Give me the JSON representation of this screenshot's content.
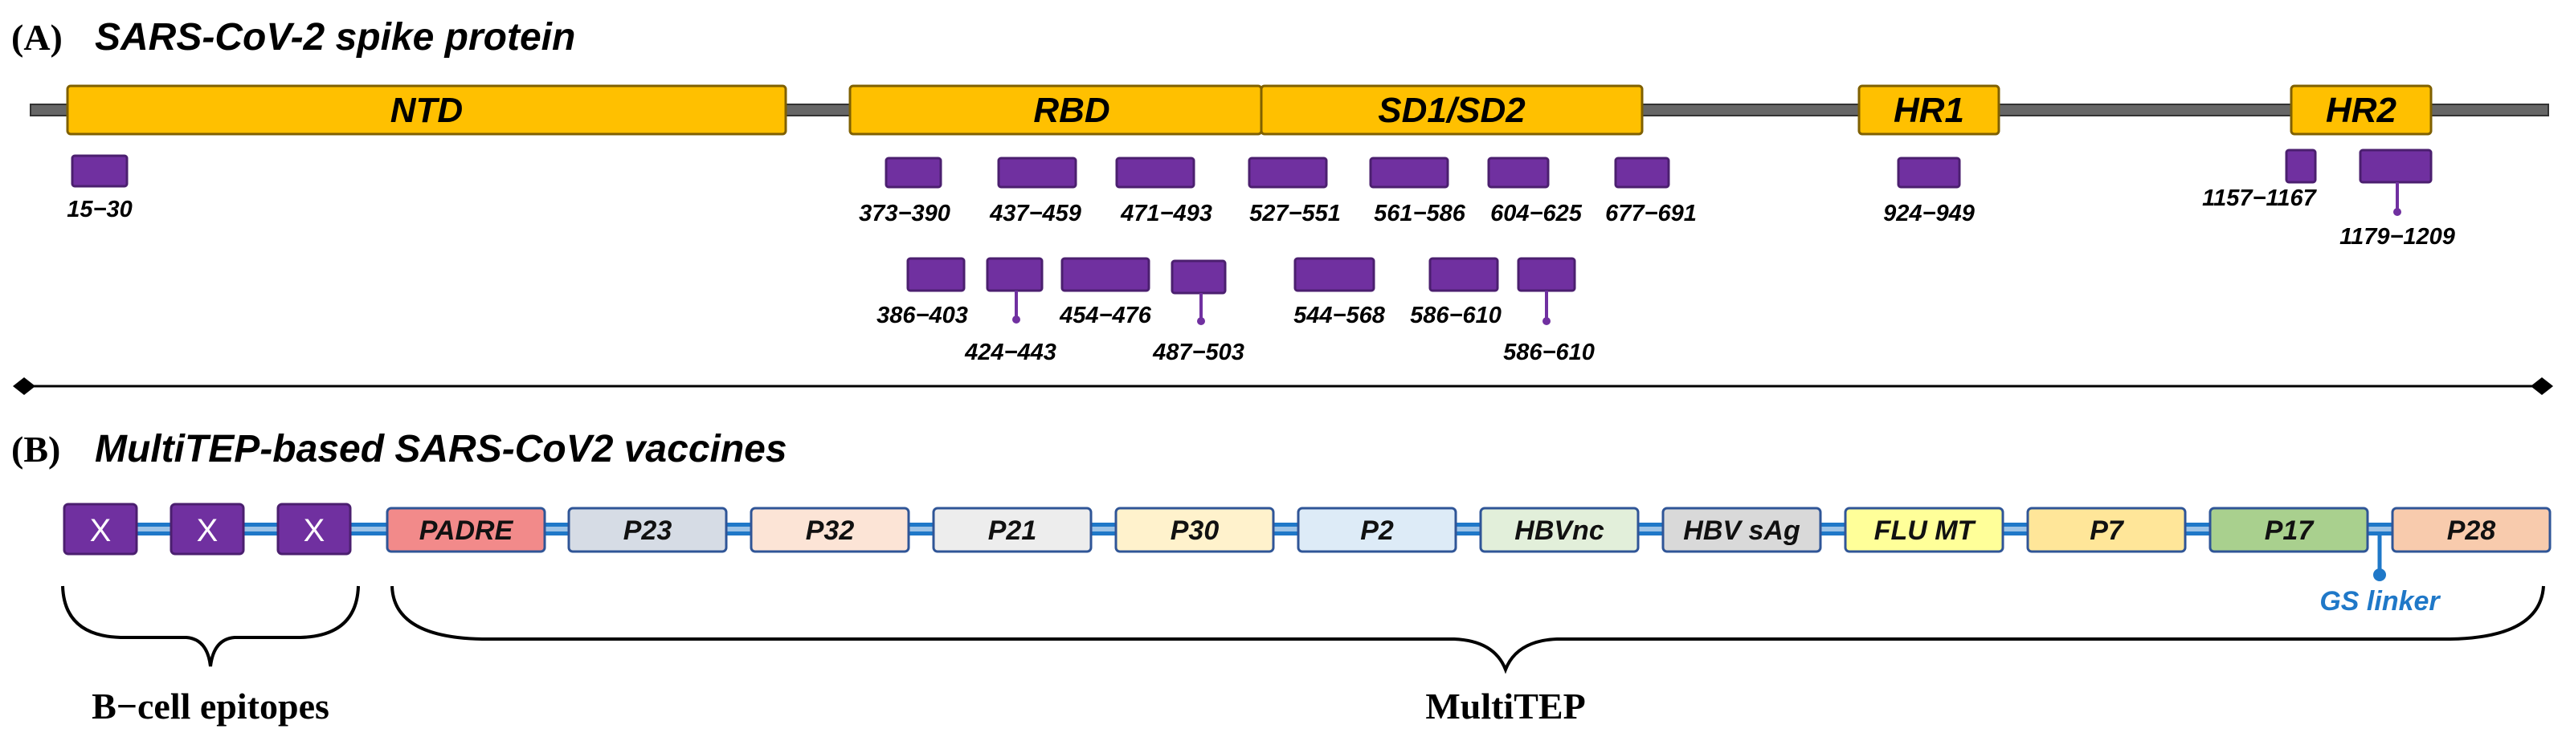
{
  "panel_a": {
    "label": "(A)",
    "title": "SARS-CoV-2 spike protein",
    "domains": [
      {
        "name": "NTD",
        "fill": "#FFC000"
      },
      {
        "name": "RBD",
        "fill": "#FFC000"
      },
      {
        "name": "SD1/SD2",
        "fill": "#FFC000"
      },
      {
        "name": "HR1",
        "fill": "#FFC000"
      },
      {
        "name": "HR2",
        "fill": "#FFC000"
      }
    ],
    "epitopes": [
      "15−30",
      "373−390",
      "437−459",
      "471−493",
      "527−551",
      "561−586",
      "604−625",
      "677−691",
      "924−949",
      "1157−1167",
      "1179−1209",
      "386−403",
      "424−443",
      "454−476",
      "487−503",
      "544−568",
      "586−610",
      "586−610"
    ],
    "epitope_color": "#7030A0"
  },
  "panel_b": {
    "label": "(B)",
    "title": "MultiTEP-based SARS-CoV2 vaccines",
    "bcell_units": [
      "X",
      "X",
      "X"
    ],
    "peptides": [
      {
        "name": "PADRE",
        "fill": "#F28A8A"
      },
      {
        "name": "P23",
        "fill": "#D6DCE5"
      },
      {
        "name": "P32",
        "fill": "#FCE4D6"
      },
      {
        "name": "P21",
        "fill": "#EDEDED"
      },
      {
        "name": "P30",
        "fill": "#FFF2CC"
      },
      {
        "name": "P2",
        "fill": "#DDEBF7"
      },
      {
        "name": "HBVnc",
        "fill": "#E2EFDA"
      },
      {
        "name": "HBV sAg",
        "fill": "#D9D9D9"
      },
      {
        "name": "FLU MT",
        "fill": "#FFFF99"
      },
      {
        "name": "P7",
        "fill": "#FFE699"
      },
      {
        "name": "P17",
        "fill": "#A9D08E"
      },
      {
        "name": "P28",
        "fill": "#F8CBAD"
      }
    ],
    "linker_label": "GS linker",
    "bcell_brace_label": "B−cell epitopes",
    "multitep_brace_label": "MultiTEP"
  }
}
